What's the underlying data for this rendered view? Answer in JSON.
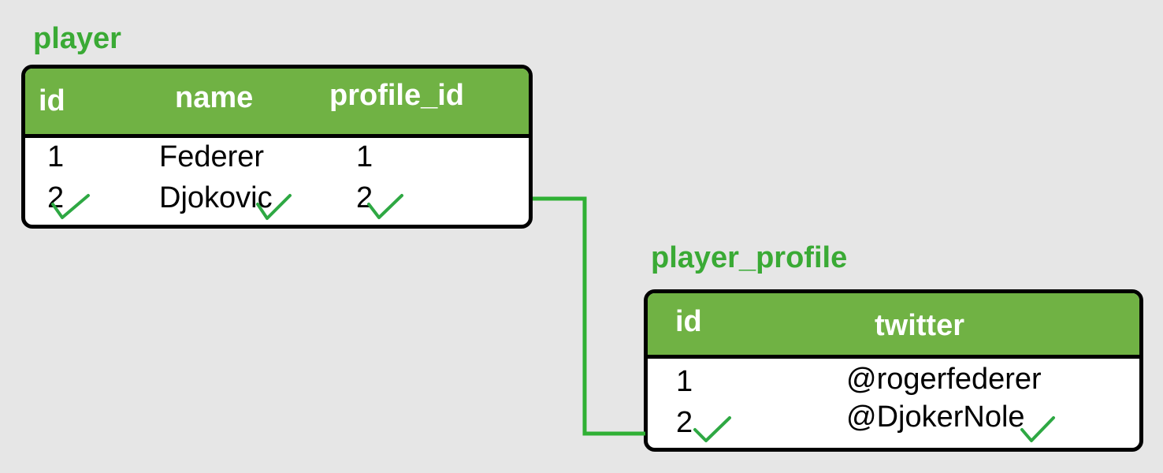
{
  "colors": {
    "background": "#e6e6e6",
    "title_green": "#3aaa35",
    "header_green": "#70b244",
    "check_green": "#2ea843",
    "connector_green": "#2fb034",
    "border": "#000000"
  },
  "tables": {
    "player": {
      "title": "player",
      "headers": [
        "id",
        "name",
        "profile_id"
      ],
      "rows": [
        [
          "1",
          "Federer",
          "1"
        ],
        [
          "2",
          "Djokovic",
          "2"
        ]
      ]
    },
    "player_profile": {
      "title": "player_profile",
      "headers": [
        "id",
        "twitter"
      ],
      "rows": [
        [
          "1",
          "@rogerfederer"
        ],
        [
          "2",
          "@DjokerNole"
        ]
      ]
    }
  },
  "icons": {
    "check": "checkmark-icon",
    "connector": "relationship-connector"
  }
}
